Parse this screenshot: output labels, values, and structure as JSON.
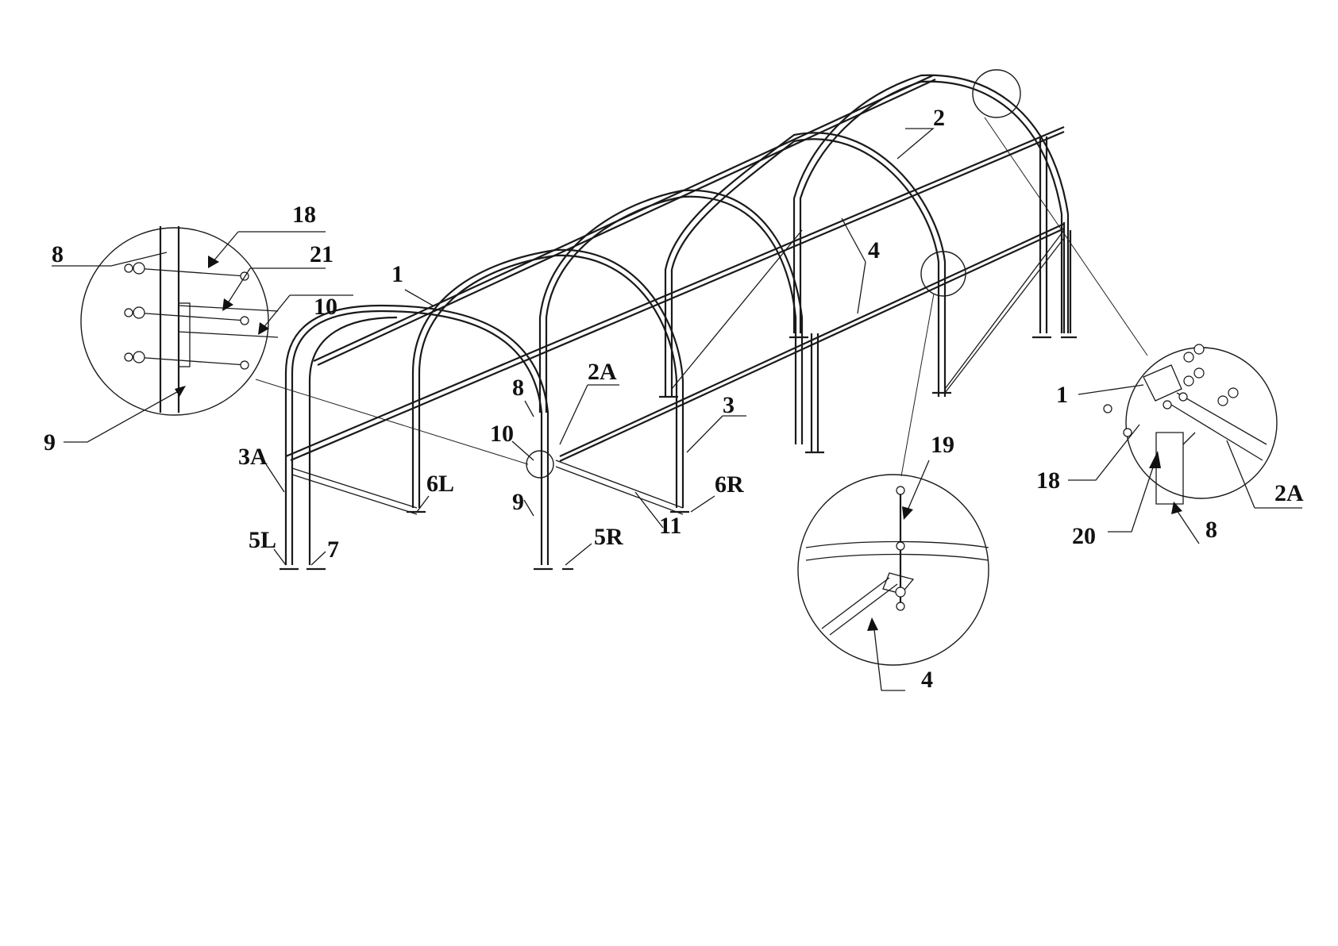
{
  "diagram": {
    "labels": {
      "l18a": "18",
      "l21": "21",
      "l10a": "10",
      "l8a": "8",
      "l9a": "9",
      "l1a": "1",
      "l2": "2",
      "l4a": "4",
      "l8b": "8",
      "l2Aa": "2A",
      "l10b": "10",
      "l3": "3",
      "l3A": "3A",
      "l6L": "6L",
      "l6R": "6R",
      "l5L": "5L",
      "l7": "7",
      "l9b": "9",
      "l5R": "5R",
      "l11": "11",
      "l19": "19",
      "l4b": "4",
      "l1b": "1",
      "l18b": "18",
      "l20": "20",
      "l2Ab": "2A",
      "l8c": "8"
    },
    "colors": {
      "line": "#1a1a1a",
      "background": "#ffffff"
    }
  }
}
